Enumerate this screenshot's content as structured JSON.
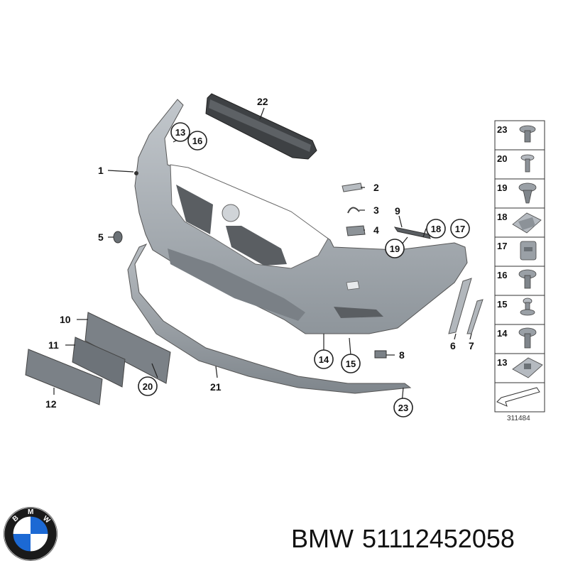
{
  "callouts": {
    "c1": "1",
    "c2": "2",
    "c3": "3",
    "c4": "4",
    "c5": "5",
    "c6": "6",
    "c7": "7",
    "c8": "8",
    "c9": "9",
    "c10": "10",
    "c11": "11",
    "c12": "12",
    "c13": "13",
    "c14": "14",
    "c15": "15",
    "c16": "16",
    "c17": "17",
    "c18": "18",
    "c19": "19",
    "c20": "20",
    "c21": "21",
    "c22": "22",
    "c23": "23"
  },
  "legend": {
    "items": [
      "23",
      "20",
      "19",
      "18",
      "17",
      "16",
      "15",
      "14",
      "13"
    ],
    "diagram_code": "311484"
  },
  "caption": {
    "brand": "BMW",
    "part_number": "51112452058"
  },
  "logo": {
    "text": "BMW",
    "colors": {
      "blue": "#1c69d4",
      "white": "#ffffff",
      "ring": "#1a1a1a"
    }
  },
  "colors": {
    "part_fill": "#a9afb5",
    "part_dark": "#4a4d50",
    "line": "#222222"
  }
}
